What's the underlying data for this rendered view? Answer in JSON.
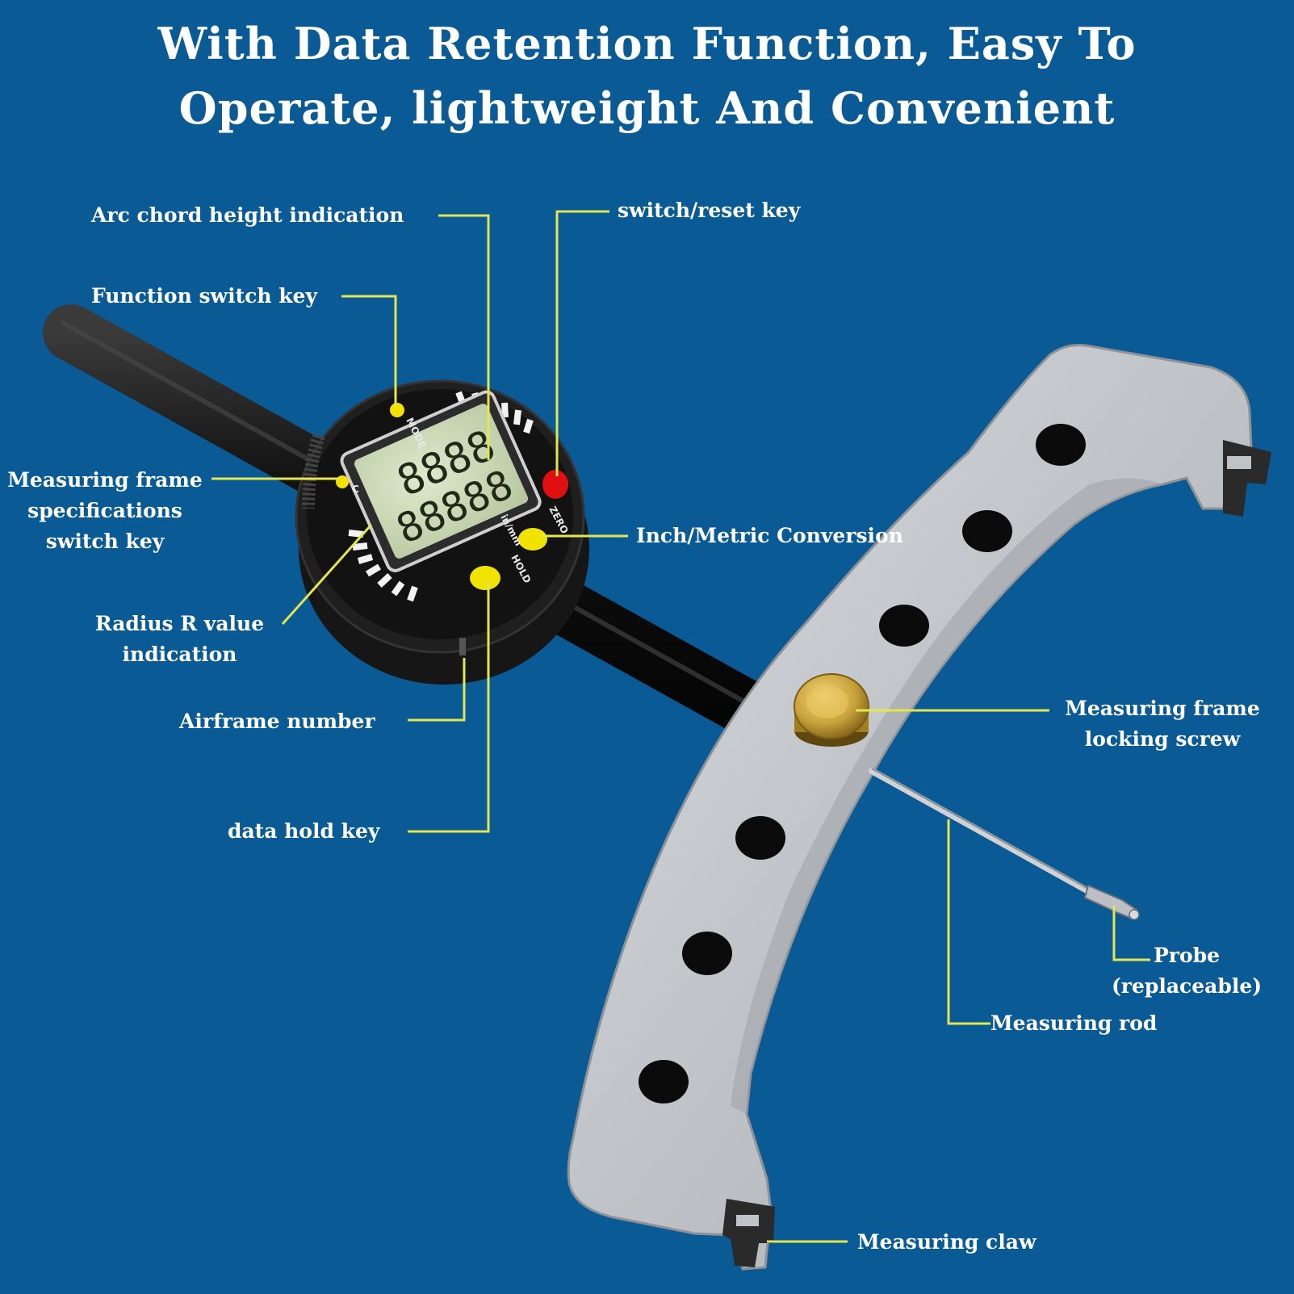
{
  "title": {
    "line1": "With Data Retention Function, Easy To",
    "line2": "Operate, lightweight And Convenient"
  },
  "callouts": {
    "arc_chord": "Arc chord height indication",
    "switch_reset": "switch/reset key",
    "function_switch": "Function switch key",
    "frame_spec_1": "Measuring frame",
    "frame_spec_2": "specifications",
    "frame_spec_3": "switch key",
    "inch_metric": "Inch/Metric Conversion",
    "radius_1": "Radius R value",
    "radius_2": "indication",
    "airframe": "Airframe number",
    "locking_1": "Measuring frame",
    "locking_2": "locking screw",
    "data_hold": "data hold key",
    "probe_1": "Probe",
    "probe_2": "(replaceable)",
    "rod": "Measuring rod",
    "claw": "Measuring claw"
  },
  "gauge": {
    "mode_label": "MODE",
    "c_label": "C",
    "inmm_label": "in/mm",
    "zero_label": "ZERO",
    "hold_label": "HOLD",
    "display_top": "8888",
    "display_bottom": "88888"
  },
  "colors": {
    "background": "#0a5a96",
    "leader_line": "#e3e650",
    "button_yellow": "#f2e200",
    "button_red": "#e01010",
    "lcd": "#c9d9b2",
    "frame_metal": "#c4c8cc",
    "brass": "#c9a23a"
  },
  "icons": [
    "lock-screw-icon",
    "gauge-dial-icon"
  ]
}
